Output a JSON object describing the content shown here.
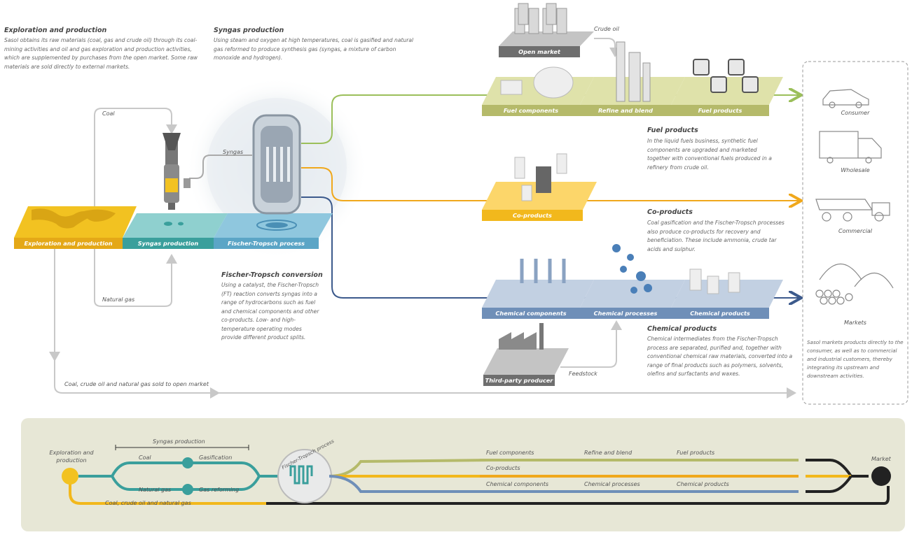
{
  "sections": {
    "exploration": {
      "title": "Exploration and production",
      "body": "Sasol obtains its raw materials (coal, gas and crude oil) through its coal-mining activities and oil and gas exploration and production activities, which are supplemented by purchases from the open market. Some raw materials are sold directly to external markets."
    },
    "syngas": {
      "title": "Syngas production",
      "body": "Using steam and oxygen at high temperatures, coal is gasified and natural gas reformed to produce synthesis gas (syngas, a mixture of carbon monoxide and hydrogen)."
    },
    "fischer": {
      "title": "Fischer-Tropsch conversion",
      "body": "Using a catalyst, the Fischer-Tropsch (FT) reaction converts syngas into a range of hydrocarbons such as fuel and chemical components and other co-products. Low- and high-temperature operating modes provide different product splits."
    },
    "fuel": {
      "title": "Fuel products",
      "body": "In the liquid fuels business, synthetic fuel components are upgraded and marketed together with conventional fuels produced in a refinery from crude oil."
    },
    "coproducts": {
      "title": "Co-products",
      "body": "Coal gasification and the Fischer-Tropsch processes also produce co-products for recovery and beneficiation. These include ammonia, crude tar acids and sulphur."
    },
    "chemical": {
      "title": "Chemical products",
      "body": "Chemical intermediates from the Fischer-Tropsch process are separated, purified and, together with conventional chemical raw materials, converted into a range of final products such as polymers, solvents, olefins and surfactants and waxes."
    },
    "markets_note": "Sasol markets products directly to the consumer, as well as to commercial and industrial customers, thereby integrating its upstream and downstream activities."
  },
  "platforms": {
    "exploration": "Exploration and production",
    "syngas": "Syngas production",
    "fischer": "Fischer-Tropsch process",
    "fuel_components": "Fuel components",
    "refine": "Refine and blend",
    "fuel_products": "Fuel products",
    "coproducts": "Co-products",
    "chem_components": "Chemical components",
    "chem_processes": "Chemical processes",
    "chem_products": "Chemical products",
    "open_market": "Open market",
    "third_party": "Third-party producer"
  },
  "flow_labels": {
    "coal": "Coal",
    "syngas": "Syngas",
    "natural_gas": "Natural gas",
    "crude_oil": "Crude oil",
    "feedstock": "Feedstock",
    "sold_open_market": "Coal, crude oil and natural gas sold to open market"
  },
  "markets": [
    "Consumer",
    "Wholesale",
    "Commercial",
    "Markets"
  ],
  "legend": {
    "exploration": "Exploration and production",
    "syngas_production": "Syngas production",
    "coal": "Coal",
    "gasification": "Gasification",
    "natural_gas": "Natural gas",
    "gas_reforming": "Gas reforming",
    "ft_process": "Fischer-Tropsch process",
    "fuel_components": "Fuel components",
    "refine": "Refine and blend",
    "fuel_products": "Fuel products",
    "coproducts": "Co-products",
    "chem_components": "Chemical components",
    "chem_processes": "Chemical processes",
    "chem_products": "Chemical products",
    "sold": "Coal, crude oil and natural gas",
    "market": "Market"
  },
  "colors": {
    "fuel": "#b5ba6a",
    "coproducts": "#f2b81c",
    "chemical": "#6f8fb8",
    "teal": "#3a9f9c",
    "grey": "#9a9a9a",
    "legend_bg": "#e7e7d6"
  }
}
